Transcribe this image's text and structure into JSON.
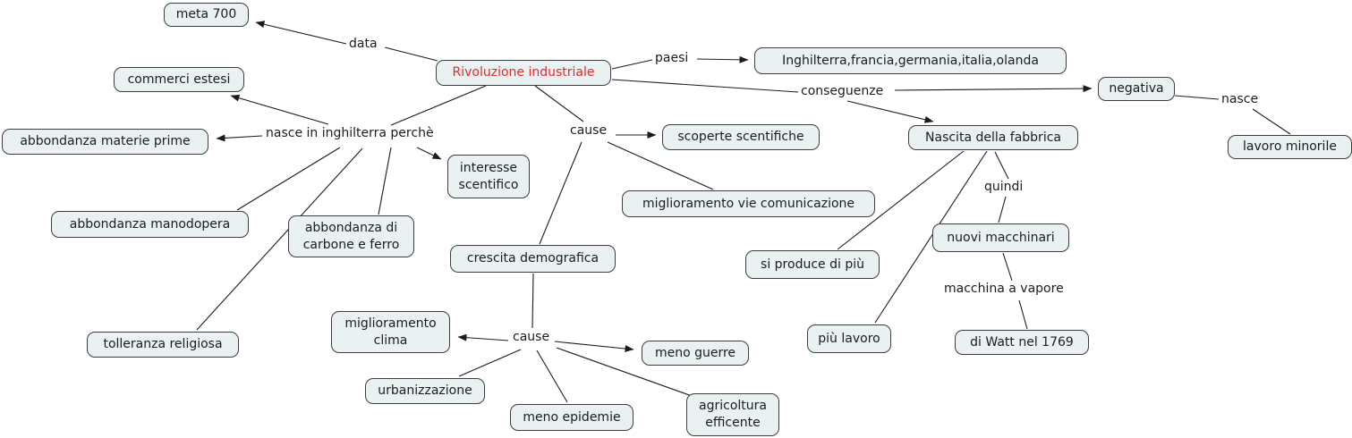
{
  "diagram": {
    "title": "Rivoluzione industriale",
    "colors": {
      "accent": "#e02b2b",
      "node_fill": "#e9f1f2",
      "node_border": "#3d3d3d",
      "line": "#1c1c1c",
      "text": "#1c1c1c"
    }
  },
  "nodes": [
    {
      "id": "meta-700",
      "text": "meta 700"
    },
    {
      "id": "commerci-estesi",
      "text": "commerci estesi"
    },
    {
      "id": "abbondanza-materie-prime",
      "text": "abbondanza materie prime"
    },
    {
      "id": "abbondanza-manodopera",
      "text": "abbondanza manodopera"
    },
    {
      "id": "tolleranza-religiosa",
      "text": "tolleranza religiosa"
    },
    {
      "id": "abbondanza-carbone-ferro",
      "text": "abbondanza di\ncarbone e ferro"
    },
    {
      "id": "interesse-scentifico",
      "text": "interesse\nscentifico"
    },
    {
      "id": "rivoluzione-industriale",
      "text": "Rivoluzione industriale"
    },
    {
      "id": "elenco-paesi",
      "text": "Inghilterra,francia,germania,italia,olanda"
    },
    {
      "id": "negativa",
      "text": "negativa"
    },
    {
      "id": "lavoro-minorile",
      "text": "lavoro minorile"
    },
    {
      "id": "scoperte-scentifiche",
      "text": "scoperte scentifiche"
    },
    {
      "id": "miglioramento-vie-comunicazione",
      "text": "miglioramento vie comunicazione"
    },
    {
      "id": "nascita-della-fabbrica",
      "text": "Nascita della fabbrica"
    },
    {
      "id": "si-produce-di-piu",
      "text": "si produce di più"
    },
    {
      "id": "nuovi-macchinari",
      "text": "nuovi macchinari"
    },
    {
      "id": "di-watt-nel-1769",
      "text": "di Watt nel 1769"
    },
    {
      "id": "piu-lavoro",
      "text": "più lavoro"
    },
    {
      "id": "crescita-demografica",
      "text": "crescita demografica"
    },
    {
      "id": "miglioramento-clima",
      "text": "miglioramento\nclima"
    },
    {
      "id": "meno-guerre",
      "text": "meno guerre"
    },
    {
      "id": "urbanizzazione",
      "text": "urbanizzazione"
    },
    {
      "id": "meno-epidemie",
      "text": "meno epidemie"
    },
    {
      "id": "agricoltura-efficente",
      "text": "agricoltura\nefficente"
    }
  ],
  "labels": [
    {
      "id": "data",
      "text": "data"
    },
    {
      "id": "paesi",
      "text": "paesi"
    },
    {
      "id": "conseguenze",
      "text": "conseguenze"
    },
    {
      "id": "nasce",
      "text": "nasce"
    },
    {
      "id": "nasce-in-inghilterra-perche",
      "text": "nasce in inghilterra perchè"
    },
    {
      "id": "cause-top",
      "text": "cause"
    },
    {
      "id": "quindi",
      "text": "quindi"
    },
    {
      "id": "macchina-a-vapore",
      "text": "macchina a vapore"
    },
    {
      "id": "cause-bottom",
      "text": "cause"
    }
  ],
  "connections": [
    {
      "from": "Rivoluzione industriale",
      "label": "data",
      "to": "meta 700",
      "arrow": true
    },
    {
      "from": "Rivoluzione industriale",
      "label": "paesi",
      "to": "Inghilterra,francia,germania,italia,olanda",
      "arrow": true
    },
    {
      "from": "Rivoluzione industriale",
      "label": "conseguenze",
      "to": "negativa",
      "arrow": true
    },
    {
      "from": "Rivoluzione industriale",
      "label": "conseguenze",
      "to": "Nascita della fabbrica",
      "arrow": true
    },
    {
      "from": "negativa",
      "label": "nasce",
      "to": "lavoro minorile",
      "arrow": false
    },
    {
      "from": "Rivoluzione industriale",
      "label": "nasce in inghilterra perchè",
      "to": "commerci estesi",
      "arrow": true
    },
    {
      "from": "Rivoluzione industriale",
      "label": "nasce in inghilterra perchè",
      "to": "abbondanza materie prime",
      "arrow": true
    },
    {
      "from": "Rivoluzione industriale",
      "label": "nasce in inghilterra perchè",
      "to": "abbondanza manodopera",
      "arrow": false
    },
    {
      "from": "Rivoluzione industriale",
      "label": "nasce in inghilterra perchè",
      "to": "tolleranza religiosa",
      "arrow": false
    },
    {
      "from": "Rivoluzione industriale",
      "label": "nasce in inghilterra perchè",
      "to": "abbondanza di carbone e ferro",
      "arrow": false
    },
    {
      "from": "Rivoluzione industriale",
      "label": "nasce in inghilterra perchè",
      "to": "interesse scentifico",
      "arrow": true
    },
    {
      "from": "Rivoluzione industriale",
      "label": "cause",
      "to": "scoperte scentifiche",
      "arrow": true
    },
    {
      "from": "Rivoluzione industriale",
      "label": "cause",
      "to": "miglioramento vie comunicazione",
      "arrow": false
    },
    {
      "from": "Rivoluzione industriale",
      "label": "cause",
      "to": "crescita demografica",
      "arrow": false
    },
    {
      "from": "crescita demografica",
      "label": "cause",
      "to": "miglioramento clima",
      "arrow": true
    },
    {
      "from": "crescita demografica",
      "label": "cause",
      "to": "meno guerre",
      "arrow": true
    },
    {
      "from": "crescita demografica",
      "label": "cause",
      "to": "urbanizzazione",
      "arrow": false
    },
    {
      "from": "crescita demografica",
      "label": "cause",
      "to": "meno epidemie",
      "arrow": false
    },
    {
      "from": "crescita demografica",
      "label": "cause",
      "to": "agricoltura efficente",
      "arrow": false
    },
    {
      "from": "Nascita della fabbrica",
      "label": "",
      "to": "si produce di più",
      "arrow": false
    },
    {
      "from": "Nascita della fabbrica",
      "label": "",
      "to": "più lavoro",
      "arrow": false
    },
    {
      "from": "Nascita della fabbrica",
      "label": "quindi",
      "to": "nuovi macchinari",
      "arrow": false
    },
    {
      "from": "nuovi macchinari",
      "label": "macchina a vapore",
      "to": "di Watt nel 1769",
      "arrow": false
    }
  ]
}
